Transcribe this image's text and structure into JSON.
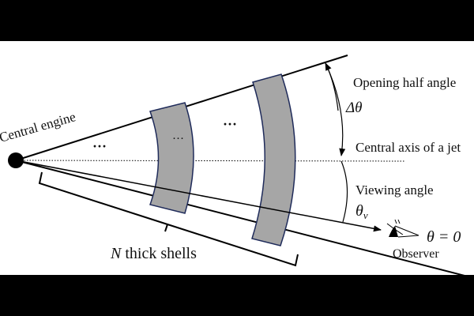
{
  "labels": {
    "central_engine": "Central engine",
    "opening_half_angle": "Opening half angle",
    "delta_theta": "Δθ",
    "central_axis": "Central axis of a jet",
    "viewing_angle": "Viewing angle",
    "theta": "θ",
    "v_subscript": "v",
    "theta_zero": "θ = 0",
    "observer": "Observer",
    "n_symbol": "N",
    "n_thick_shells": " thick shells",
    "dots_left": "···",
    "dots_shell": "···",
    "dots_mid": "···"
  },
  "colors": {
    "shell_fill": "#a6a6a6",
    "shell_edge": "#1f2b5a",
    "line": "#000000",
    "background": "#ffffff",
    "frame": "#000000"
  },
  "icons": {
    "observer": "eye-icon",
    "engine": "filled-circle"
  }
}
